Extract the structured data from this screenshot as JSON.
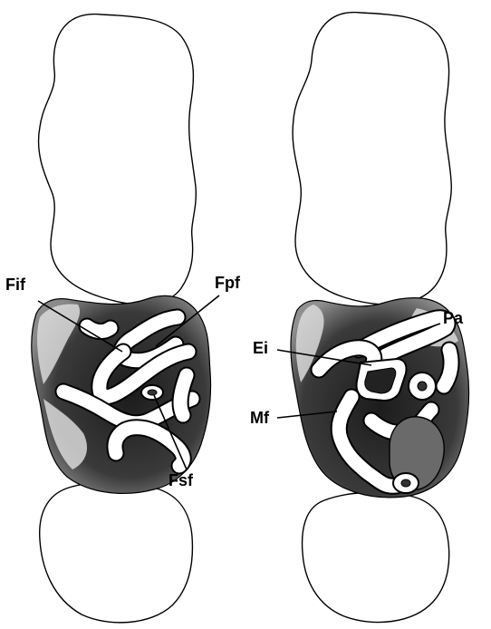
{
  "labels": {
    "fif": "Fif",
    "fpf": "Fpf",
    "fsf": "Fsf",
    "ei": "Ei",
    "mf": "Mf",
    "pa": "Pa"
  },
  "colors": {
    "line": "#000000",
    "background": "#ffffff",
    "stipple_dark": "#4a4a4a",
    "enamel": "#ffffff"
  }
}
